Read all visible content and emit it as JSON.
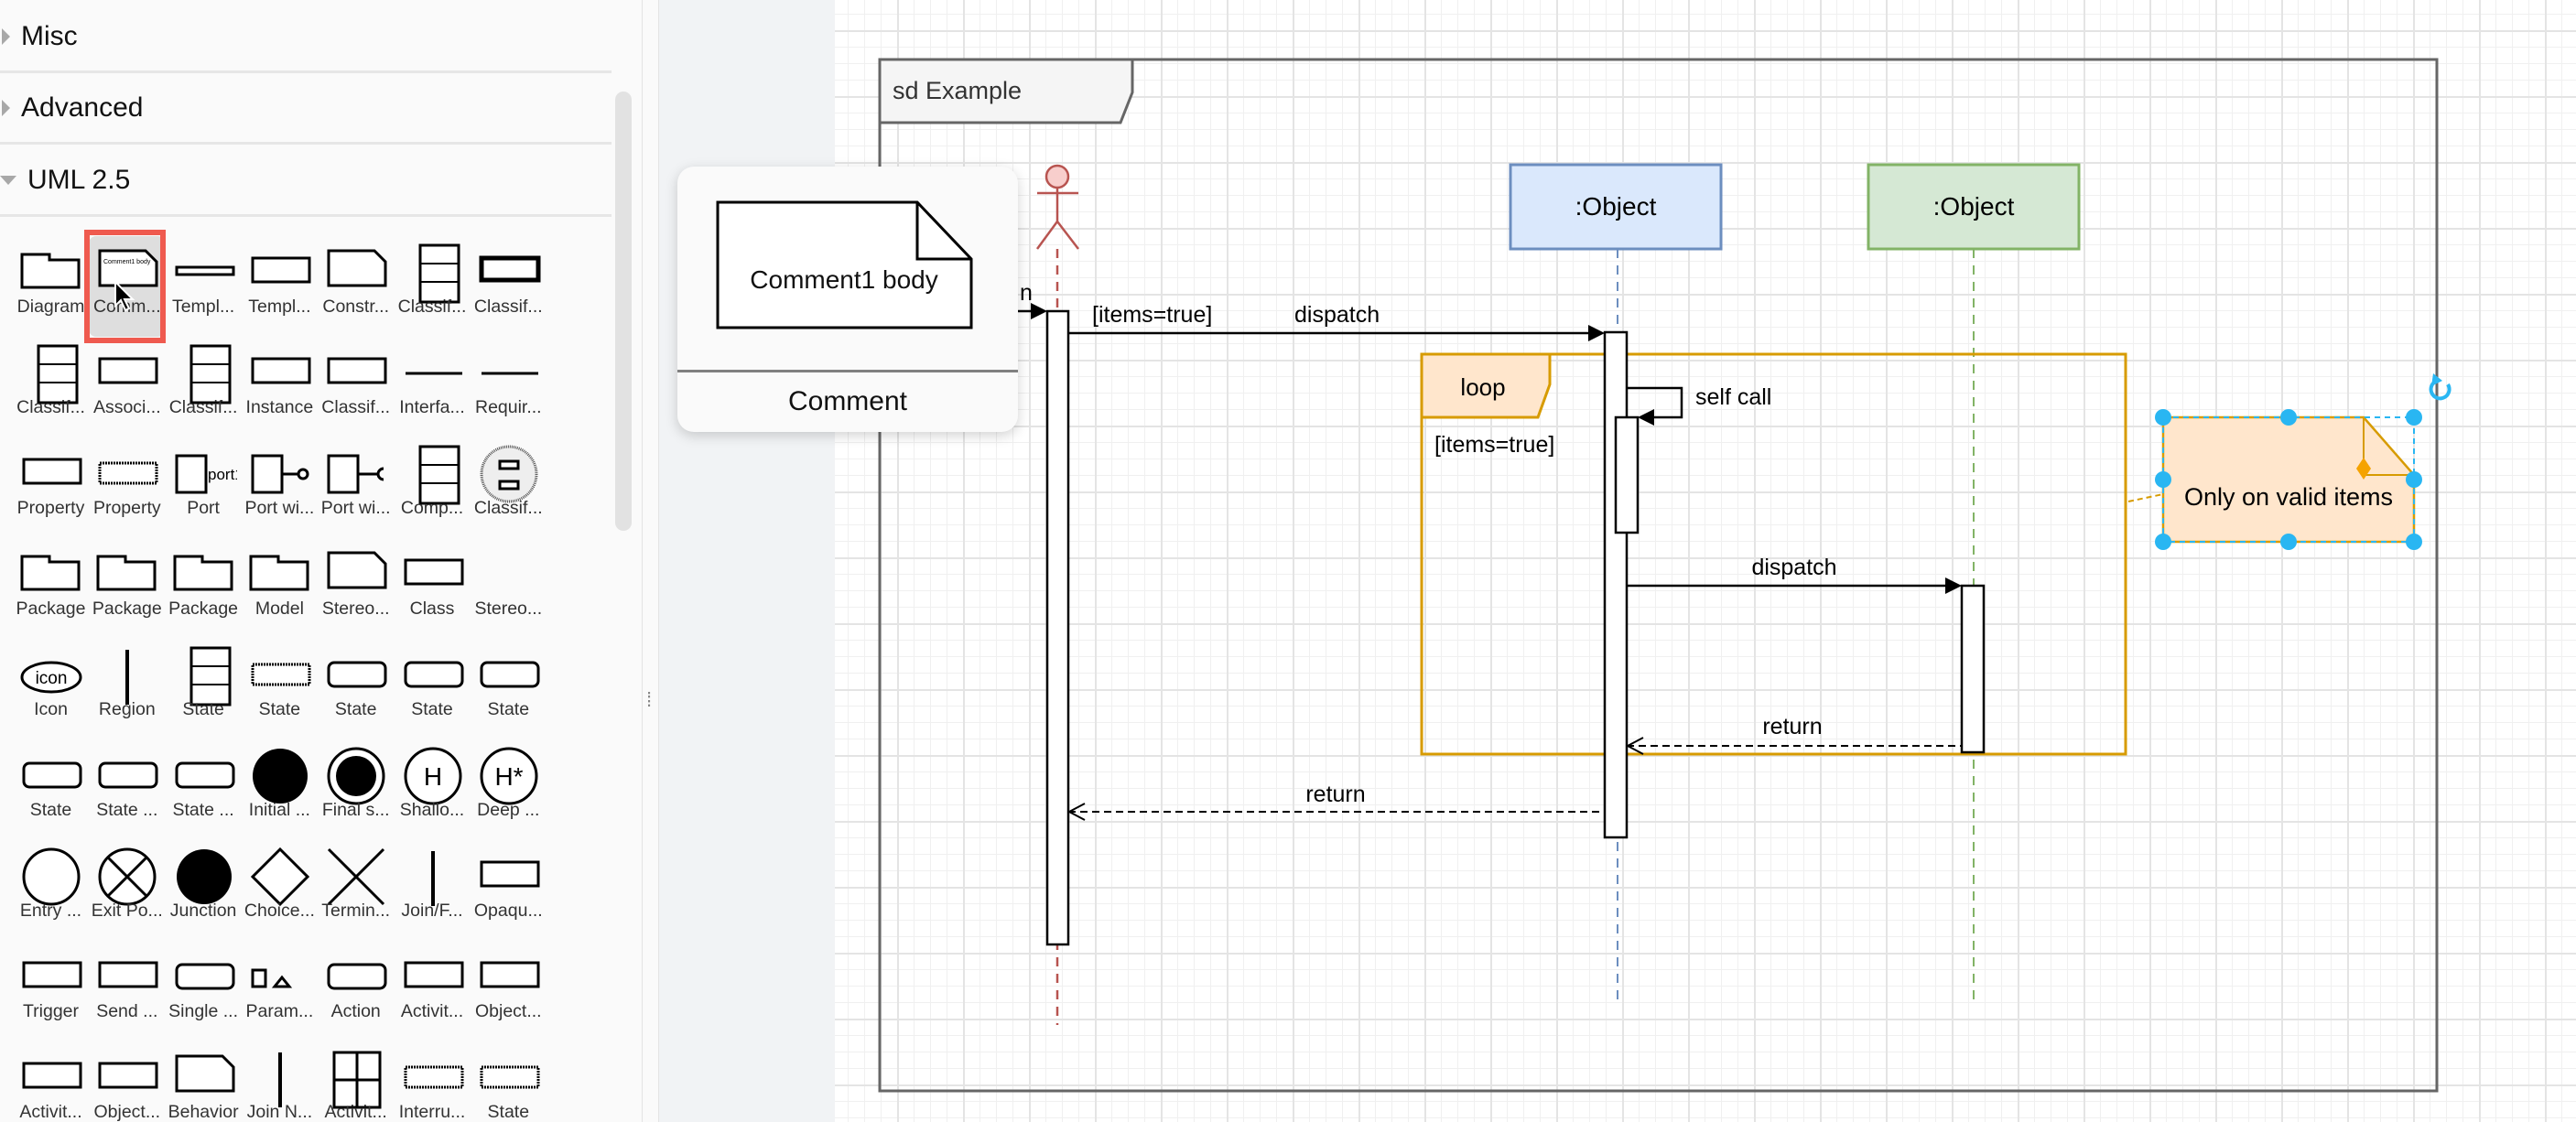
{
  "sidebar": {
    "sections": [
      {
        "label": "Misc",
        "expanded": false
      },
      {
        "label": "Advanced",
        "expanded": false
      },
      {
        "label": "UML 2.5",
        "expanded": true
      }
    ],
    "selected_index": 1,
    "items": [
      {
        "label": "Diagram",
        "icon": "folder"
      },
      {
        "label": "Comm...",
        "icon": "note",
        "text": "Comment1 body"
      },
      {
        "label": "Templ...",
        "icon": "thinbox"
      },
      {
        "label": "Templ...",
        "icon": "box"
      },
      {
        "label": "Constr...",
        "icon": "note"
      },
      {
        "label": "Classif...",
        "icon": "tallbox"
      },
      {
        "label": "Classif...",
        "icon": "boldbox"
      },
      {
        "label": "Classif...",
        "icon": "tallbox"
      },
      {
        "label": "Associ...",
        "icon": "box"
      },
      {
        "label": "Classif...",
        "icon": "tallbox"
      },
      {
        "label": "Instance",
        "icon": "box"
      },
      {
        "label": "Classif...",
        "icon": "box"
      },
      {
        "label": "Interfa...",
        "icon": "line"
      },
      {
        "label": "Requir...",
        "icon": "line"
      },
      {
        "label": "Property",
        "icon": "box"
      },
      {
        "label": "Property",
        "icon": "dashbox"
      },
      {
        "label": "Port",
        "icon": "port",
        "text": "port1"
      },
      {
        "label": "Port wi...",
        "icon": "lollipop"
      },
      {
        "label": "Port wi...",
        "icon": "socket"
      },
      {
        "label": "Comp...",
        "icon": "tallbox"
      },
      {
        "label": "Classif...",
        "icon": "ringcircle"
      },
      {
        "label": "Package",
        "icon": "folder"
      },
      {
        "label": "Package",
        "icon": "folder"
      },
      {
        "label": "Package",
        "icon": "folder"
      },
      {
        "label": "Model",
        "icon": "folder"
      },
      {
        "label": "Stereo...",
        "icon": "note"
      },
      {
        "label": "Class",
        "icon": "box"
      },
      {
        "label": "Stereo...",
        "icon": "none"
      },
      {
        "label": "Icon",
        "icon": "ellipse",
        "text": "icon"
      },
      {
        "label": "Region",
        "icon": "vline"
      },
      {
        "label": "State",
        "icon": "tallbox"
      },
      {
        "label": "State",
        "icon": "dashbox"
      },
      {
        "label": "State",
        "icon": "rbox"
      },
      {
        "label": "State",
        "icon": "rbox"
      },
      {
        "label": "State",
        "icon": "rbox"
      },
      {
        "label": "State",
        "icon": "rbox"
      },
      {
        "label": "State ...",
        "icon": "rbox"
      },
      {
        "label": "State ...",
        "icon": "rbox"
      },
      {
        "label": "Initial ...",
        "icon": "filled"
      },
      {
        "label": "Final s...",
        "icon": "final"
      },
      {
        "label": "Shallo...",
        "icon": "circletext",
        "text": "H"
      },
      {
        "label": "Deep ...",
        "icon": "circletext",
        "text": "H*"
      },
      {
        "label": "Entry ...",
        "icon": "circle"
      },
      {
        "label": "Exit Po...",
        "icon": "xcircle"
      },
      {
        "label": "Junction",
        "icon": "filled"
      },
      {
        "label": "Choice...",
        "icon": "diamond"
      },
      {
        "label": "Termin...",
        "icon": "x"
      },
      {
        "label": "Join/F...",
        "icon": "vline"
      },
      {
        "label": "Opaqu...",
        "icon": "box"
      },
      {
        "label": "Trigger",
        "icon": "box"
      },
      {
        "label": "Send ...",
        "icon": "box"
      },
      {
        "label": "Single ...",
        "icon": "rbox"
      },
      {
        "label": "Param...",
        "icon": "smallbox"
      },
      {
        "label": "Action",
        "icon": "rbox"
      },
      {
        "label": "Activit...",
        "icon": "box"
      },
      {
        "label": "Object...",
        "icon": "box"
      },
      {
        "label": "Activit...",
        "icon": "box"
      },
      {
        "label": "Object...",
        "icon": "box"
      },
      {
        "label": "Behavior",
        "icon": "note"
      },
      {
        "label": "Join N...",
        "icon": "vline"
      },
      {
        "label": "Activit...",
        "icon": "grid"
      },
      {
        "label": "Interru...",
        "icon": "dashbox"
      },
      {
        "label": "State",
        "icon": "dashbox"
      }
    ]
  },
  "popup": {
    "preview_text": "Comment1 body",
    "title": "Comment"
  },
  "diagram": {
    "frame_label": "sd Example",
    "objects": [
      {
        "label": ":Object",
        "fill": "#dae8fc",
        "stroke": "#6c8ebf"
      },
      {
        "label": ":Object",
        "fill": "#d5e8d4",
        "stroke": "#82b366"
      }
    ],
    "actor_colors": {
      "fill": "#f8cecc",
      "stroke": "#b85450"
    },
    "partial_label": "n",
    "messages": {
      "guard": "[items=true]",
      "dispatch1": "dispatch",
      "self_call": "self call",
      "dispatch2": "dispatch",
      "return1": "return",
      "return2": "return"
    },
    "loop": {
      "label": "loop",
      "guard": "[items=true]",
      "fill": "#ffe6cc",
      "stroke": "#d79b00"
    },
    "note": {
      "text": "Only on valid items",
      "fill": "#ffe6cc",
      "stroke": "#d79b00",
      "selected": true
    },
    "selection_color": "#29b6f2"
  }
}
